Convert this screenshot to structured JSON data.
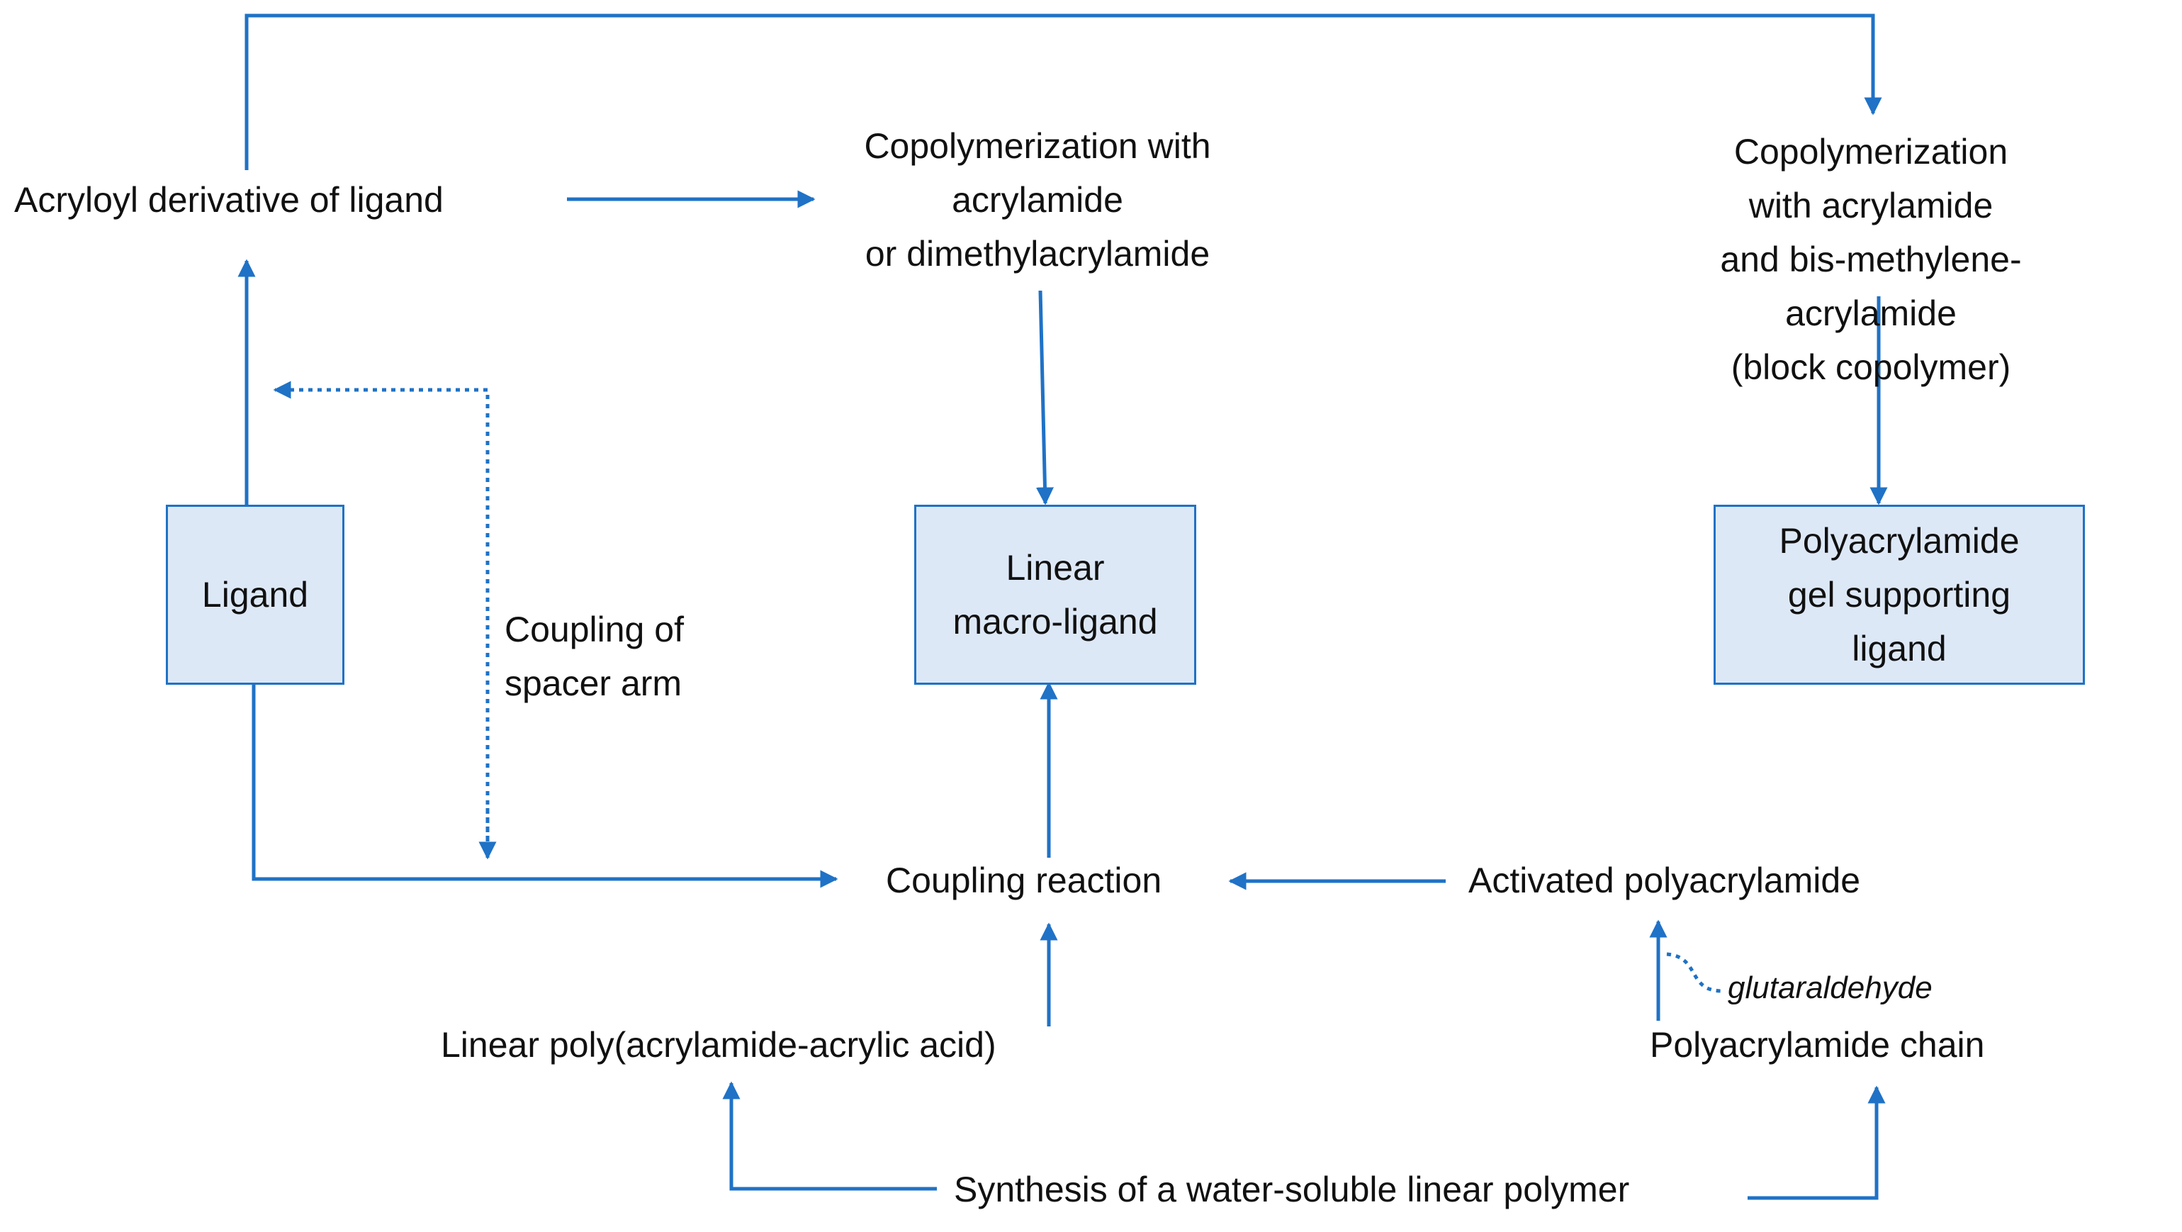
{
  "colors": {
    "line": "#1f72c6",
    "box_fill": "#dde8f7",
    "box_border": "#1f72c6",
    "text": "#111111"
  },
  "nodes": {
    "acryloyl": "Acryloyl derivative of ligand",
    "copoly_simple": "Copolymerization with\nacrylamide\nor dimethylacrylamide",
    "copoly_block": "Copolymerization with acrylamide\nand bis-methylene-acrylamide\n(block copolymer)",
    "ligand": "Ligand",
    "linear_macro": "Linear\nmacro-ligand",
    "gel": "Polyacrylamide\ngel supporting\nligand",
    "spacer": "Coupling of\nspacer arm",
    "coupling": "Coupling reaction",
    "activated": "Activated polyacrylamide",
    "glutaraldehyde": "glutaraldehyde",
    "linear_poly": "Linear poly(acrylamide-acrylic acid)",
    "pa_chain": "Polyacrylamide chain",
    "synthesis": "Synthesis of a water-soluble linear polymer"
  }
}
